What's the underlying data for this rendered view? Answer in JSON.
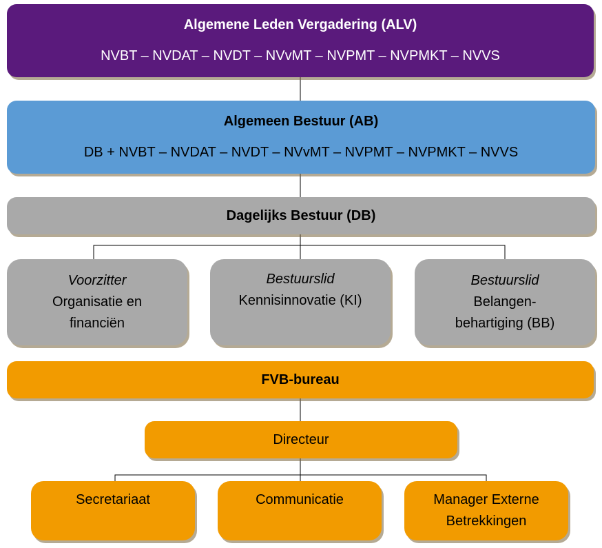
{
  "alv": {
    "title": "Algemene Leden Vergadering (ALV)",
    "members": "NVBT – NVDAT – NVDT – NVvMT – NVPMT – NVPMKT – NVVS",
    "color": "#5a1a7c"
  },
  "ab": {
    "title": "Algemeen Bestuur (AB)",
    "members": "DB + NVBT – NVDAT – NVDT – NVvMT – NVPMT – NVPMKT – NVVS",
    "color": "#5b9bd5"
  },
  "db": {
    "title": "Dagelijks Bestuur (DB)",
    "color": "#a9a9a9"
  },
  "board_members": [
    {
      "role": "Voorzitter",
      "line1": "Organisatie en",
      "line2": "financiën"
    },
    {
      "role": "Bestuurslid",
      "line1": "Kennisinnovatie (KI)",
      "line2": ""
    },
    {
      "role": "Bestuurslid",
      "line1": "Belangen-",
      "line2": "behartiging (BB)"
    }
  ],
  "fvb": {
    "title": "FVB-bureau",
    "color": "#f29b00"
  },
  "directeur": {
    "title": "Directeur"
  },
  "staff": [
    {
      "line1": "Secretariaat",
      "line2": ""
    },
    {
      "line1": "Communicatie",
      "line2": ""
    },
    {
      "line1": "Manager Externe",
      "line2": "Betrekkingen"
    }
  ]
}
